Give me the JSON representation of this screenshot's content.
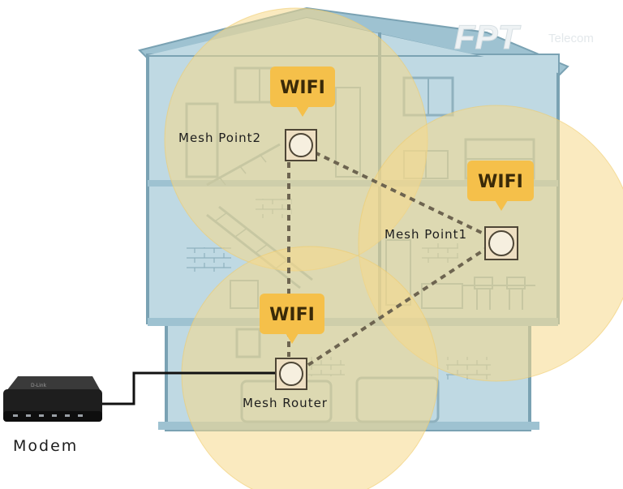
{
  "logo": {
    "brand": "FPT",
    "suffix": "Telecom"
  },
  "wifi_badges": [
    {
      "label": "WIFI"
    },
    {
      "label": "WIFI"
    },
    {
      "label": "WIFI"
    }
  ],
  "nodes": {
    "mesh_point2": "Mesh Point2",
    "mesh_point1": "Mesh Point1",
    "mesh_router": "Mesh Router"
  },
  "modem": {
    "label": "Modem",
    "brand": "D-Link"
  },
  "colors": {
    "coverage": "#f5d98a",
    "badge": "#f5c04a",
    "house_wall": "#a9c9d6",
    "house_outline": "#7aa2b3",
    "link": "#6d6450"
  }
}
